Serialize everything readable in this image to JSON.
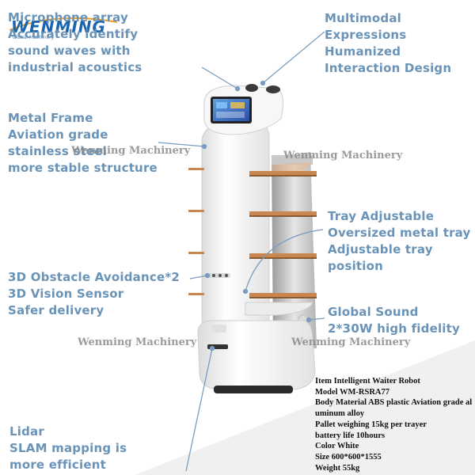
{
  "logo": {
    "brand": "WENMING",
    "tagline": "Global Machinery"
  },
  "callouts": {
    "microphone": [
      "Microphone array",
      "Accurately identify",
      "sound waves with",
      "industrial acoustics"
    ],
    "multimodal": [
      "Multimodal",
      "Expressions",
      "Humanized",
      "Interaction Design"
    ],
    "metal_frame": [
      "Metal Frame",
      "Aviation grade",
      "stainless steel",
      "more stable structure"
    ],
    "tray": [
      "Tray Adjustable",
      "Oversized metal tray",
      "Adjustable tray",
      "position"
    ],
    "obstacle": [
      "3D Obstacle Avoidance*2",
      "3D Vision Sensor",
      "Safer delivery"
    ],
    "sound": [
      "Global Sound",
      "2*30W high fidelity"
    ],
    "lidar": [
      "Lidar",
      "SLAM mapping is",
      "more efficient"
    ]
  },
  "watermarks": [
    "Wenming Machinery",
    "Wenming Machinery",
    "Wenming Machinery",
    "Wenming Machinery"
  ],
  "specs": [
    "Item Intelligent Waiter Robot",
    "Model WM-RSRA77",
    "Body Material ABS plastic Aviation grade al",
    "uminum alloy",
    "Pallet weighing 15kg per trayer",
    "battery life 10hours",
    "Color White",
    "Size 600*600*1555",
    "Weight 55kg"
  ],
  "colors": {
    "callout_text": "#6a93b8",
    "callout_line": "#7a9cc0",
    "robot_body": "#f4f4f4",
    "screen": "#3d6fc4",
    "tray_wood": "#c9864e"
  }
}
